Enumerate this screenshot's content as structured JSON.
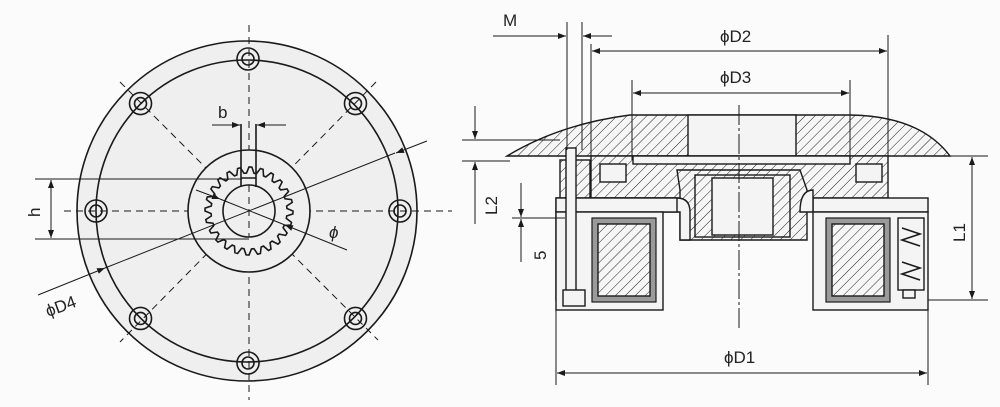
{
  "front_view": {
    "labels": {
      "b": "b",
      "h": "h",
      "phi": "ϕ",
      "d4": "ϕD4"
    },
    "bolt_hole_count": 8
  },
  "section_view": {
    "labels": {
      "m": "M",
      "d2": "ϕD2",
      "d3": "ϕD3",
      "l2": "L2",
      "five": "5",
      "l1": "L1",
      "d1": "ϕD1"
    }
  },
  "colors": {
    "line": "#1a1a1a",
    "face": "#efefef",
    "coil_frame": "#9a9a9a"
  }
}
